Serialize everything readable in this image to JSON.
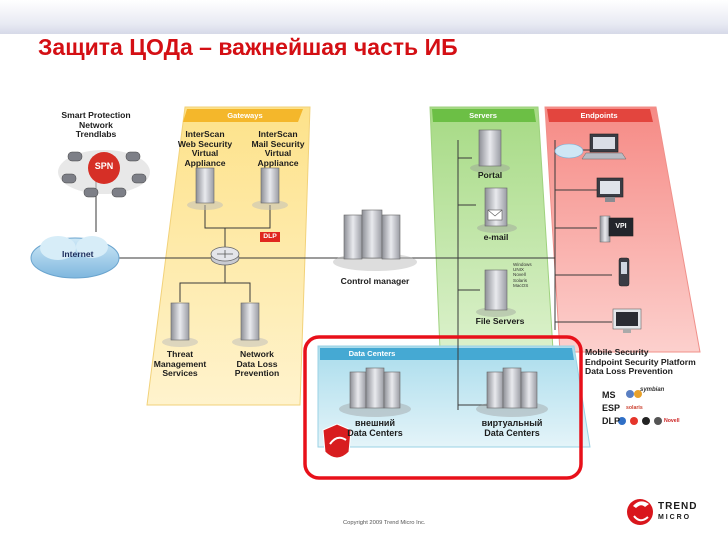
{
  "title": "Защита ЦОДа – важнейшая часть ИБ",
  "spn": {
    "title_lines": [
      "Smart Protection",
      "Network",
      "Trendlabs"
    ],
    "badge": "SPN"
  },
  "internet": {
    "label": "Internet"
  },
  "gateways": {
    "header": "Gateways",
    "web": [
      "InterScan",
      "Web Security",
      "Virtual",
      "Appliance"
    ],
    "mail": [
      "InterScan",
      "Mail Security",
      "Virtual",
      "Appliance"
    ],
    "dlp_badge": "DLP",
    "threat": [
      "Threat",
      "Management",
      "Services"
    ],
    "network_dlp": [
      "Network",
      "Data Loss",
      "Prevention"
    ]
  },
  "control_manager": "Control manager",
  "servers": {
    "header": "Servers",
    "portal": "Portal",
    "email": "e-mail",
    "file_servers": "File Servers",
    "os_list": [
      "Windows",
      "UNIX",
      "Novell",
      "Solaris",
      "MacOS"
    ]
  },
  "endpoints": {
    "header": "Endpoints",
    "vpi": "VPI",
    "products": [
      "Mobile Security",
      "Endpoint Security Platform",
      "Data Loss Prevention"
    ],
    "rows": [
      "MS",
      "ESP",
      "DLP"
    ],
    "logo_symbian": "symbian",
    "logo_solaris": "solaris",
    "logo_novell": "Novell"
  },
  "data_centers": {
    "header": "Data Centers",
    "external": [
      "внешний",
      "Data Centers"
    ],
    "virtual": [
      "виртуальный",
      "Data Centers"
    ]
  },
  "copyright": "Copyright 2009   Trend Micro Inc.",
  "brand": {
    "line1": "TREND",
    "line2": "M I C R O"
  },
  "colors": {
    "title_red": "#d40f14",
    "gateways_zone": "#fde9a6",
    "servers_zone": "#bfe6a1",
    "endpoints_zone": "#f8a9a5",
    "datacenters_zone": "#bfe3ef",
    "highlight_border": "#e8101a"
  }
}
